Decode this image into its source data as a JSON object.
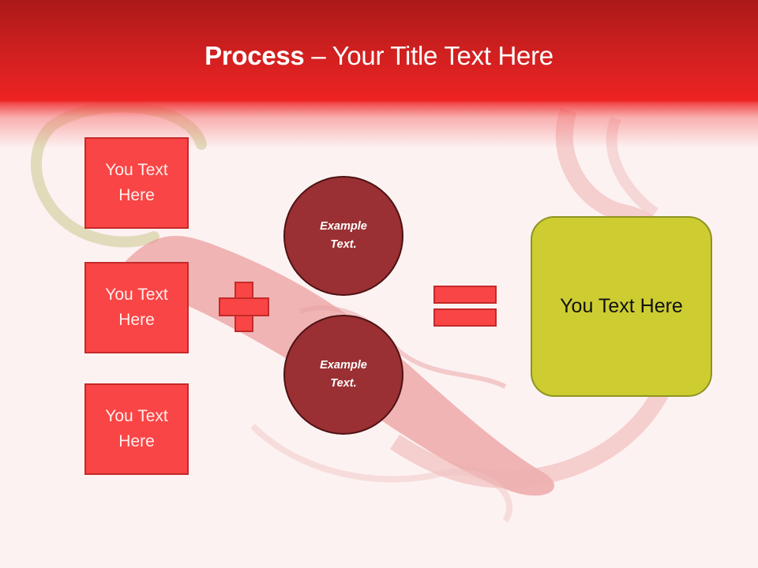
{
  "slide": {
    "title_bold": "Process",
    "title_rest": " – Your Title Text Here",
    "colors": {
      "header_top": "#ab1919",
      "header_bottom": "#ef2323",
      "background": "#fdf2f2",
      "red_box_fill": "#f94545",
      "red_box_border": "#c42a2a",
      "circle_fill": "#9a3033",
      "circle_border": "#4e1214",
      "green_box_fill": "#cdcd32",
      "green_box_border": "#8f9420"
    }
  },
  "left_boxes": [
    {
      "label": "You Text Here"
    },
    {
      "label": "You Text Here"
    },
    {
      "label": "You Text Here"
    }
  ],
  "operators": {
    "plus_icon": "plus-sign",
    "equals_icon": "equals-sign"
  },
  "circles": [
    {
      "label": "Example Text."
    },
    {
      "label": "Example Text."
    }
  ],
  "result_box": {
    "label": "You Text Here"
  }
}
